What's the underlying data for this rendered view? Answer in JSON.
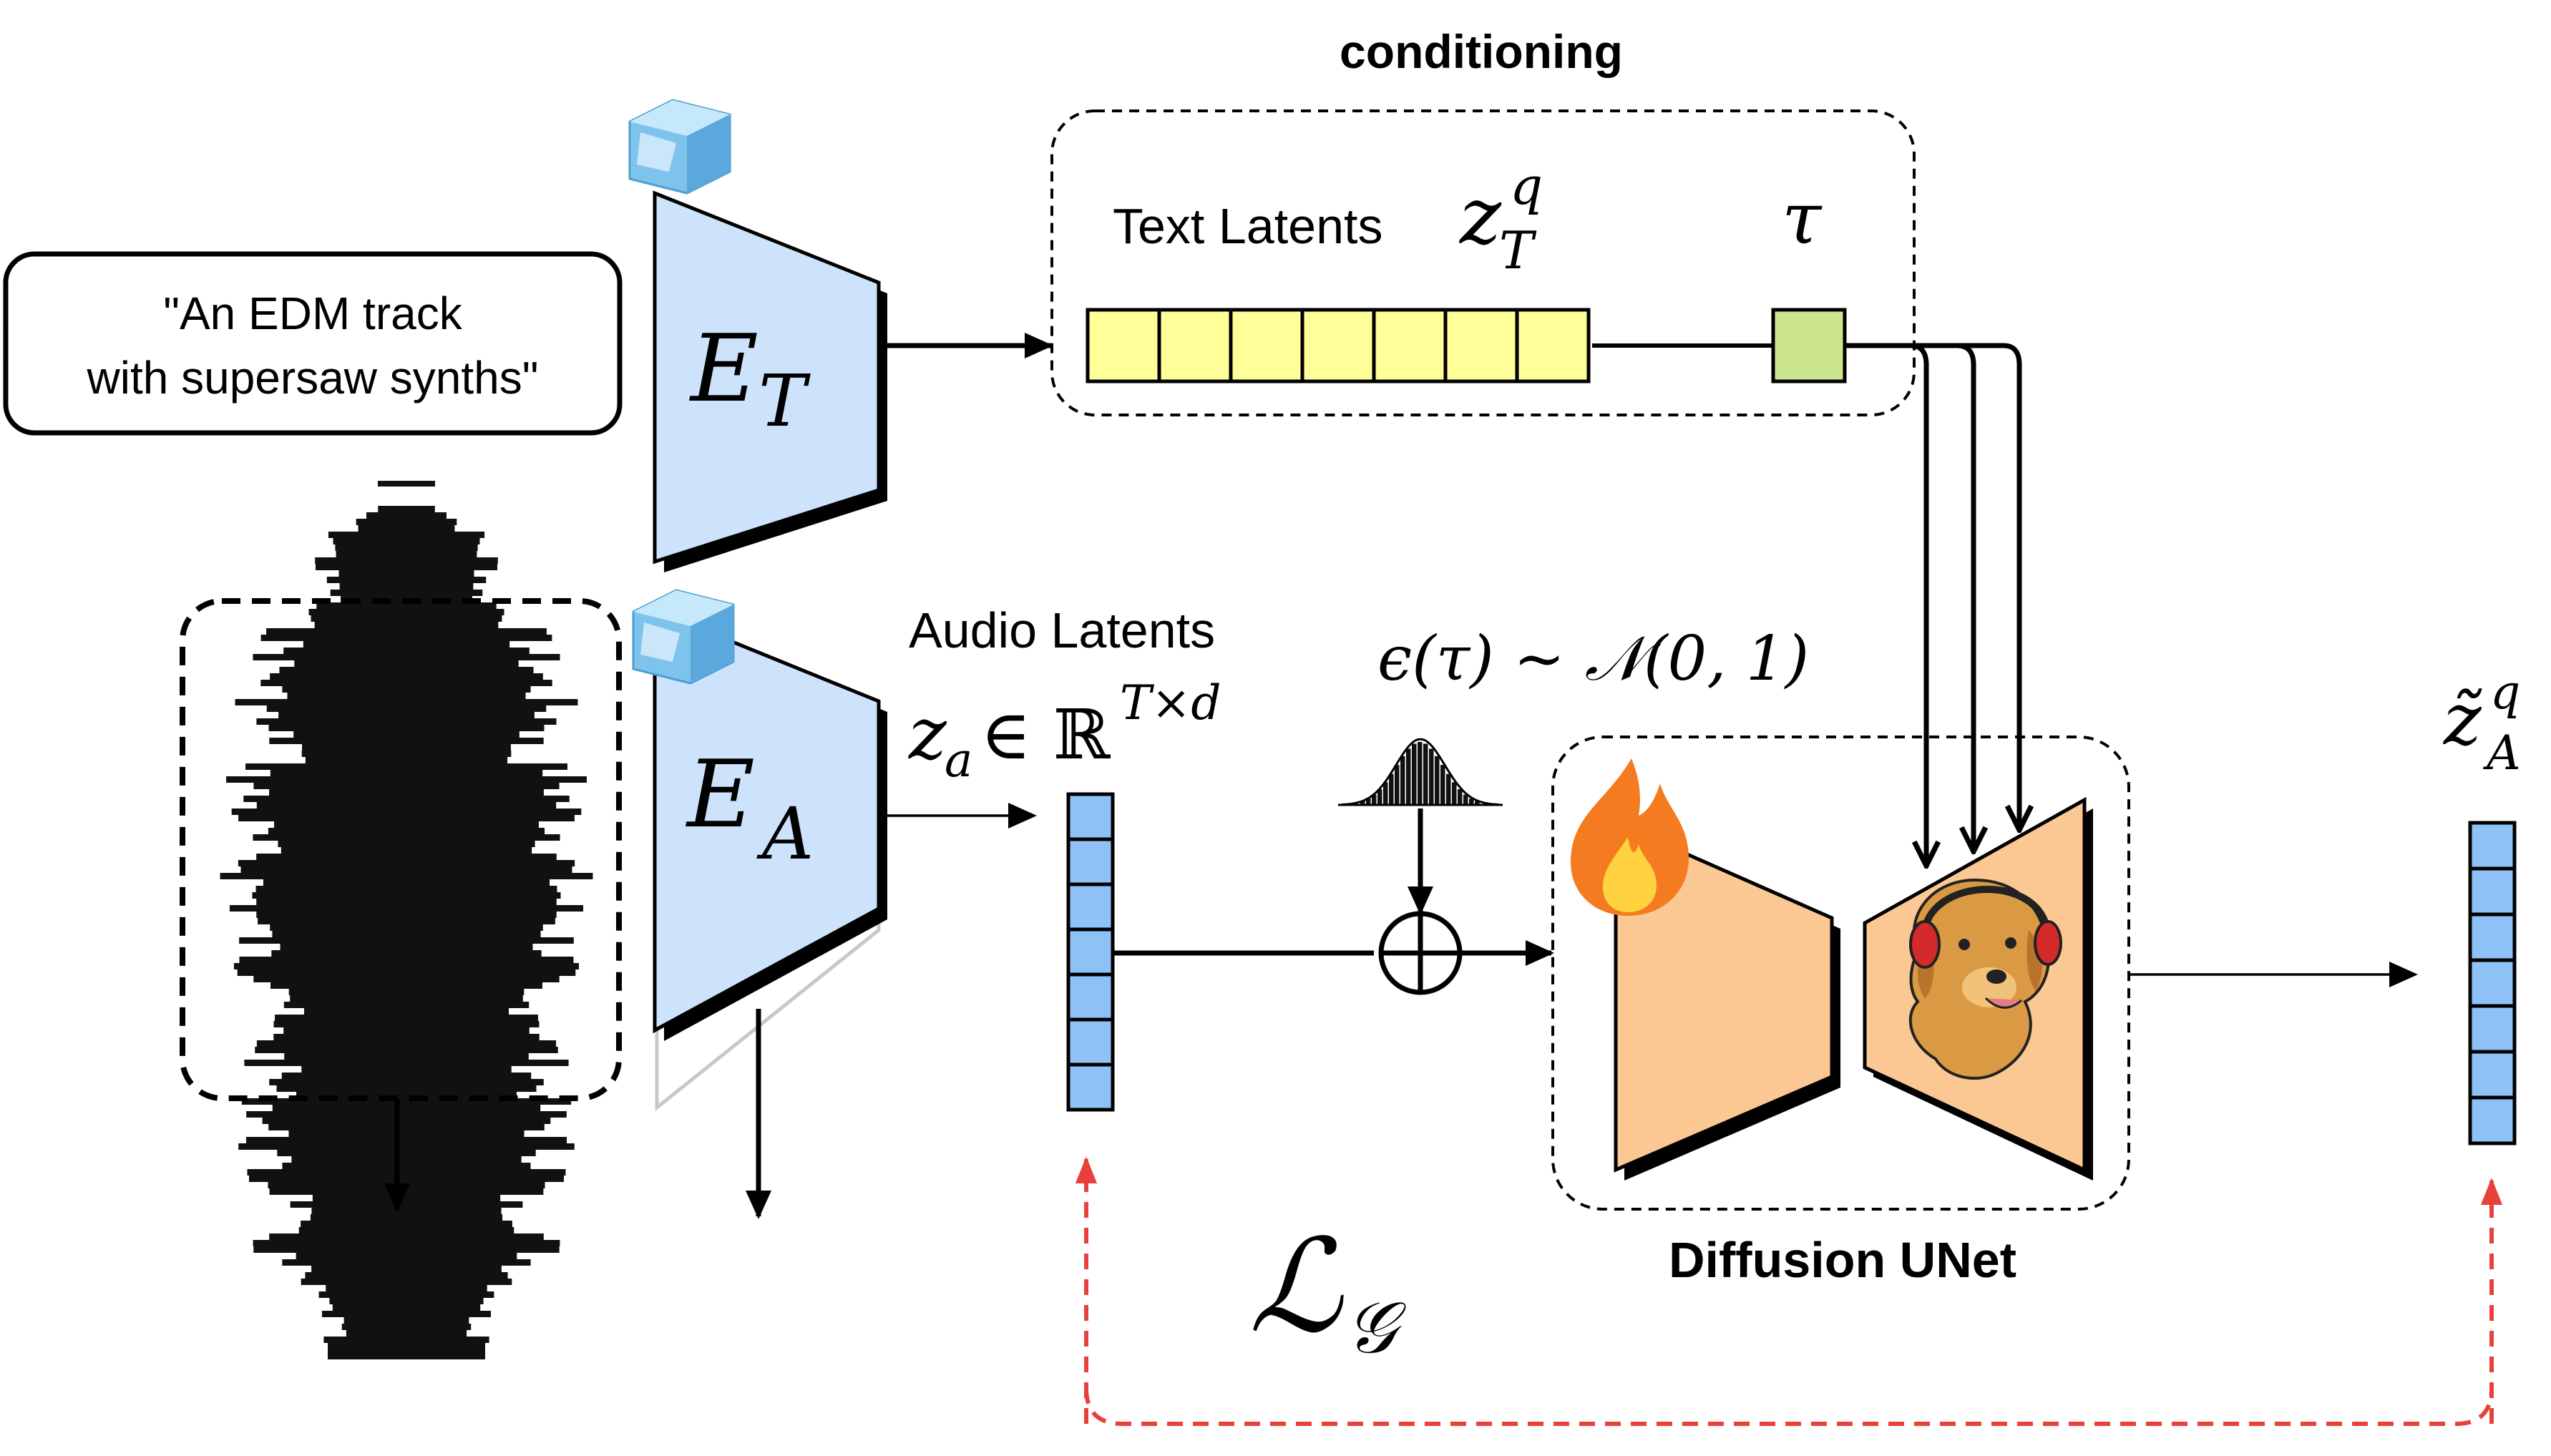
{
  "conditioning_label": "conditioning",
  "prompt_line1": "\"An EDM track",
  "prompt_line2": "with supersaw synths\"",
  "text_encoder_symbol": "E",
  "text_encoder_subscript": "T",
  "audio_encoder_symbol": "E",
  "audio_encoder_subscript": "A",
  "text_latents_label": "Text Latents",
  "text_latent_var": "z",
  "text_latent_sub": "T",
  "text_latent_sup": "q",
  "tau_label": "τ",
  "audio_latents_label": "Audio Latents",
  "audio_latent_expr_left": "z",
  "audio_latent_expr_sub": "a",
  "audio_latent_expr_mid": " ∈ ℝ",
  "audio_latent_expr_sup": "T×d",
  "noise_expr": "ϵ(τ) ~ 𝒩(0, 1)",
  "unet_label": "Diffusion UNet",
  "output_var": "z̃",
  "output_sub": "A",
  "output_sup": "q",
  "loss_symbol": "ℒ",
  "loss_subscript": "𝒢",
  "text_latent_cells": 7,
  "audio_latent_cells": 7,
  "output_latent_cells": 7,
  "colors": {
    "encoder_fill": "#cce3fb",
    "text_latent_fill": "#ffff99",
    "tau_fill": "#cce68f",
    "audio_latent_fill": "#8ec2f6",
    "unet_fill": "#fbc894",
    "loss_arrow": "#e8413c",
    "ice": "#7ec3ec",
    "flame": "#f47b20"
  },
  "icons": {
    "frozen": "ice-cube-icon",
    "trainable": "flame-icon",
    "decoder_mascot": "dog-with-headphones-icon",
    "noise": "gaussian-histogram-icon",
    "sum": "circle-plus-icon",
    "waveform": "audio-waveform-icon"
  }
}
